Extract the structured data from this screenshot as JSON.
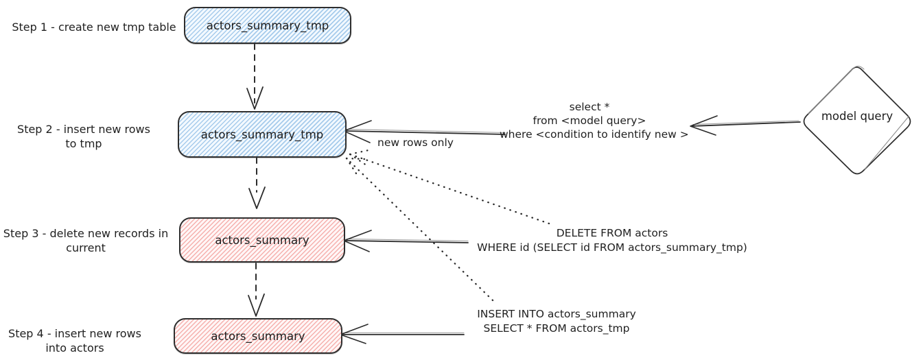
{
  "diagram": {
    "steps": [
      {
        "label_lines": [
          "Step 1 - create new tmp table"
        ],
        "box_label": "actors_summary_tmp",
        "box_color": "#a6cbeb"
      },
      {
        "label_lines": [
          "Step 2 - insert new rows",
          "to tmp"
        ],
        "box_label": "actors_summary_tmp",
        "box_color": "#a6cbeb"
      },
      {
        "label_lines": [
          "Step 3 - delete new records in",
          "current"
        ],
        "box_label": "actors_summary",
        "box_color": "#f5b0ad"
      },
      {
        "label_lines": [
          "Step 4 - insert new rows",
          "into actors"
        ],
        "box_label": "actors_summary",
        "box_color": "#f5b0ad"
      }
    ],
    "shapes": {
      "model_query_diamond": "model query"
    },
    "annotations": {
      "new_rows_only": "new rows only",
      "select_query_lines": [
        "select *",
        "from <model query>",
        "where <condition to identify new >"
      ],
      "delete_sql_lines": [
        "DELETE FROM actors",
        "WHERE id (SELECT id FROM actors_summary_tmp)"
      ],
      "insert_sql_lines": [
        "INSERT INTO actors_summary",
        "SELECT * FROM actors_tmp"
      ]
    },
    "colors": {
      "blue_hatch": "#a6cbeb",
      "red_hatch": "#f5b0ad",
      "ink": "#2e2e2e",
      "background": "#ffffff"
    }
  }
}
